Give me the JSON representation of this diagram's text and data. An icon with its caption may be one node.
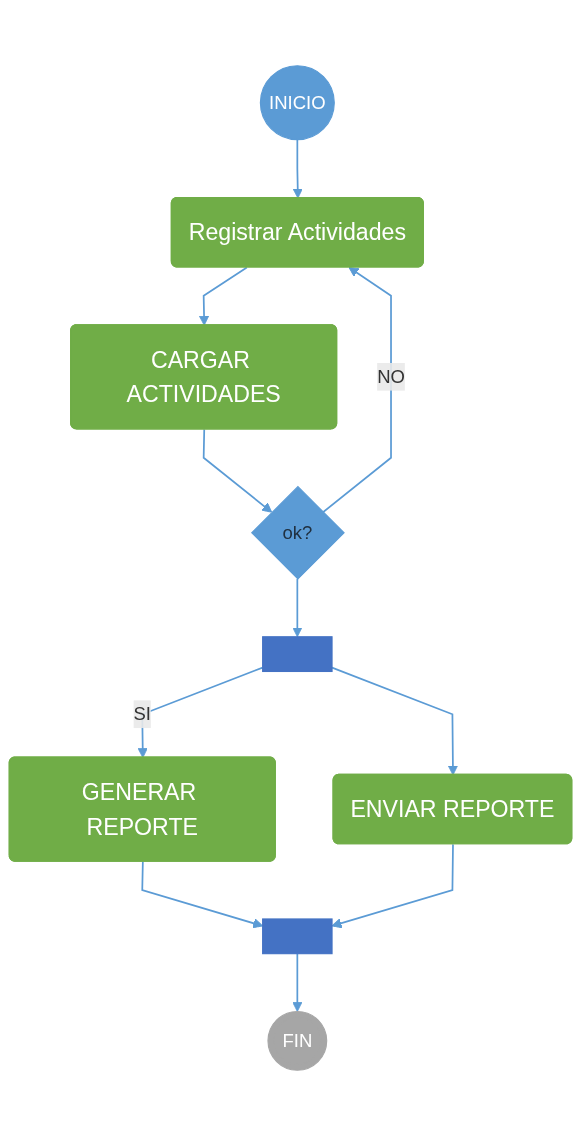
{
  "diagram": {
    "nodes": [
      {
        "text": [
          "INICIO"
        ]
      },
      {
        "text": [
          "Registrar Actividades"
        ]
      },
      {
        "text": [
          "CARGAR ACTIVIDADES"
        ]
      },
      {
        "text": [
          "ok?"
        ]
      },
      {
        "text": [],
        "shape": "bar"
      },
      {
        "text": [
          "GENERAR REPORTE"
        ]
      },
      {
        "text": [
          "ENVIAR REPORTE"
        ]
      },
      {
        "text": [],
        "shape": "bar"
      },
      {
        "text": [
          "FIN"
        ]
      }
    ],
    "edges": [
      {
        "from": 0,
        "to": 1,
        "arrow": "to"
      },
      {
        "from": 1,
        "to": 2,
        "arrow": "to"
      },
      {
        "from": 2,
        "to": 3,
        "arrow": "to"
      },
      {
        "from": 3,
        "to": 1,
        "arrow": "to",
        "label": "NO"
      },
      {
        "from": 3,
        "to": 4,
        "arrow": "to"
      },
      {
        "from": 4,
        "to": 5,
        "arrow": "to",
        "label": "SI"
      },
      {
        "from": 4,
        "to": 6,
        "arrow": "to"
      },
      {
        "from": 5,
        "to": 7,
        "arrow": "to"
      },
      {
        "from": 6,
        "to": 7,
        "arrow": "to"
      },
      {
        "from": 7,
        "to": 8,
        "arrow": "to"
      }
    ]
  }
}
